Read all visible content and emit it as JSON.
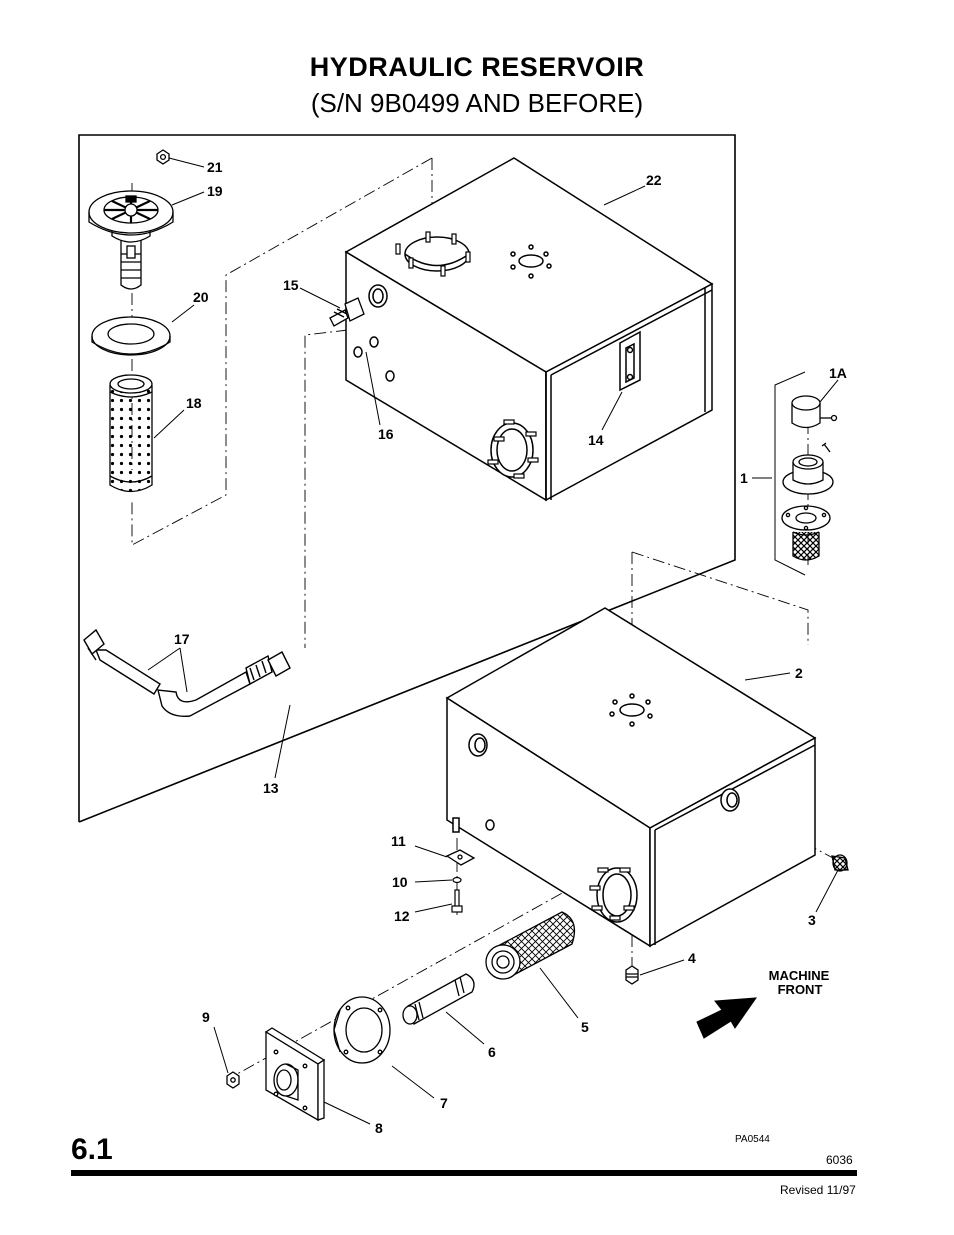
{
  "page": {
    "title_line1": "HYDRAULIC  RESERVOIR",
    "title_line2": "(S/N 9B0499 AND BEFORE)",
    "section_number": "6.1",
    "drawing_code": "PA0544",
    "doc_number": "6036",
    "revision": "Revised 11/97"
  },
  "labels": {
    "p21": "21",
    "p19": "19",
    "p20": "20",
    "p18": "18",
    "p22": "22",
    "p15": "15",
    "p16": "16",
    "p14": "14",
    "p1A": "1A",
    "p1": "1",
    "p17": "17",
    "p13": "13",
    "p2": "2",
    "p11": "11",
    "p10": "10",
    "p12": "12",
    "p3": "3",
    "p4": "4",
    "p9": "9",
    "p5": "5",
    "p6": "6",
    "p7": "7",
    "p8": "8"
  },
  "machine_front": {
    "line1": "MACHINE",
    "line2": "FRONT"
  },
  "icons": {
    "direction_arrow": "machine-front-arrow-icon"
  }
}
